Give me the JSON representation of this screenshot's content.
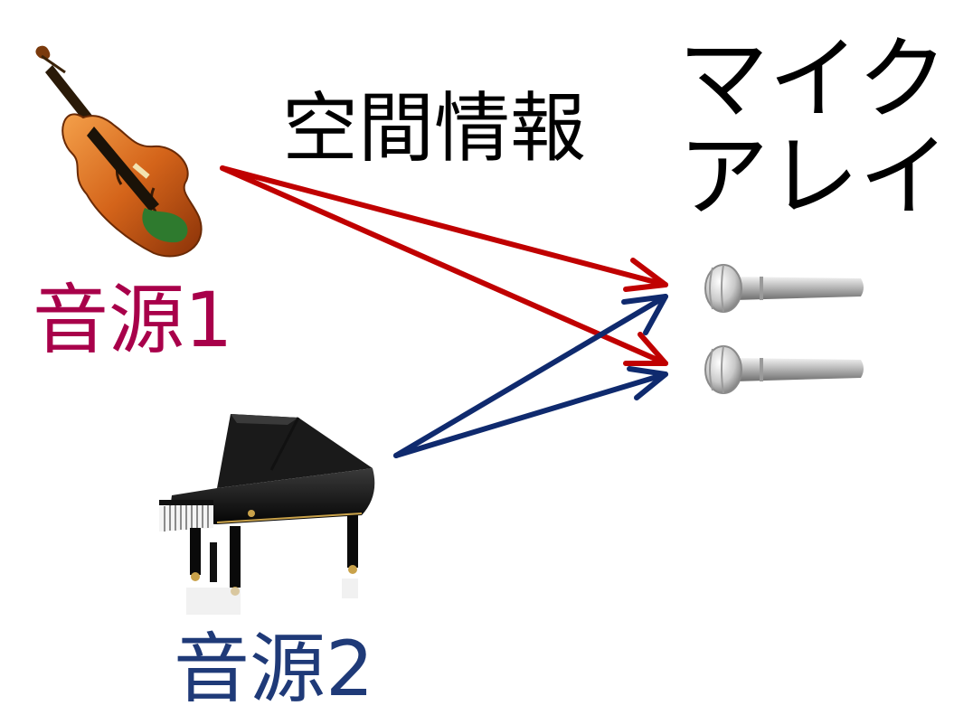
{
  "labels": {
    "source1": "音源1",
    "source2": "音源2",
    "spatial_info": "空間情報",
    "mic_array_line1": "マイク",
    "mic_array_line2": "アレイ"
  },
  "icons": {
    "source1": "violin-icon",
    "source2": "grand-piano-icon",
    "mic1": "microphone-icon",
    "mic2": "microphone-icon"
  },
  "colors": {
    "source1": "#a8004a",
    "source1_arrows": "#c00000",
    "source2": "#1f3a78",
    "source2_arrows": "#0f2a6e",
    "text": "#000000"
  }
}
